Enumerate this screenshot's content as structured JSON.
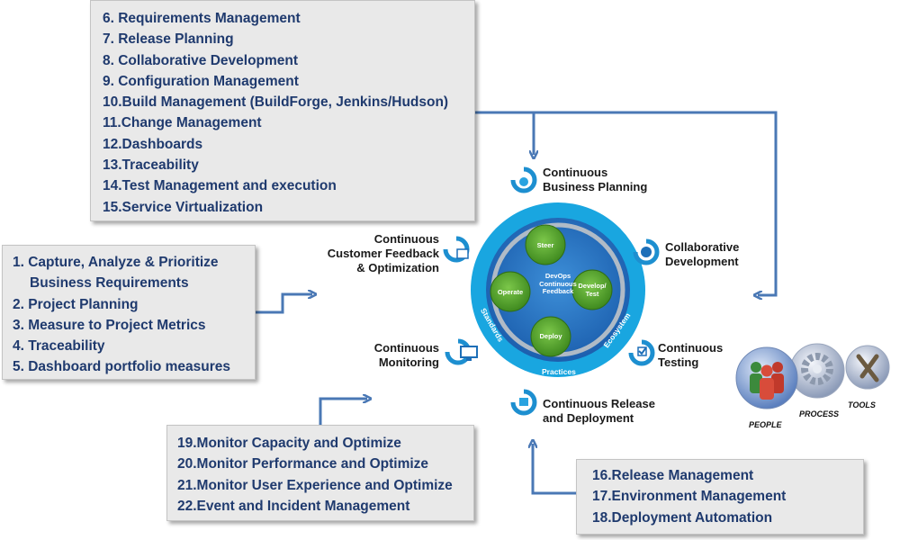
{
  "box_top": {
    "items": [
      "6.  Requirements Management",
      "7.  Release Planning",
      "8.  Collaborative Development",
      "9.  Configuration Management",
      "10.Build Management (BuildForge, Jenkins/Hudson)",
      "11.Change Management",
      "12.Dashboards",
      "13.Traceability",
      "14.Test Management and execution",
      "15.Service Virtualization"
    ]
  },
  "box_left": {
    "items": [
      "1.  Capture, Analyze & Prioritize",
      "Business Requirements",
      "2.  Project Planning",
      "3.  Measure to Project Metrics",
      "4.  Traceability",
      "5.  Dashboard portfolio measures"
    ]
  },
  "box_bottom": {
    "items": [
      "19.Monitor Capacity and Optimize",
      "20.Monitor Performance and Optimize",
      "21.Monitor User Experience and Optimize",
      "22.Event and Incident Management"
    ]
  },
  "box_right": {
    "items": [
      "16.Release Management",
      "17.Environment Management",
      "18.Deployment Automation"
    ]
  },
  "phases": {
    "business_planning": [
      "Continuous",
      "Business Planning"
    ],
    "collaborative_development": [
      "Collaborative",
      "Development"
    ],
    "testing": [
      "Continuous",
      "Testing"
    ],
    "release": [
      "Continuous Release",
      "and Deployment"
    ],
    "monitoring": [
      "Continuous",
      "Monitoring"
    ],
    "feedback": [
      "Continuous",
      "Customer Feedback",
      "& Optimization"
    ]
  },
  "wheel": {
    "steer": "Steer",
    "develop_test": "Develop/ Test",
    "deploy": "Deploy",
    "operate": "Operate",
    "center": [
      "DevOps",
      "Continuous",
      "Feedback"
    ],
    "ring_standards": "Standards",
    "ring_practices": "Practices",
    "ring_ecosystem": "Ecosystem"
  },
  "ppt": {
    "people": "PEOPLE",
    "process": "PROCESS",
    "tools": "TOOLS"
  },
  "colors": {
    "box_text": "#1f3a6e",
    "arrow": "#4a78b5",
    "wheel_ring": "#19a6e0",
    "wheel_inner": "#2b79c6",
    "circle_green": "#54a82c"
  }
}
